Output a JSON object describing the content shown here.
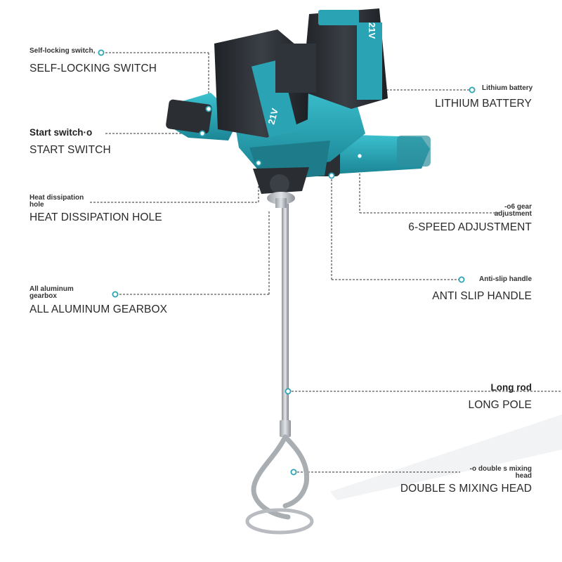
{
  "battery": {
    "voltage": "21V"
  },
  "callouts": {
    "self_locking": {
      "small": "Self-locking switch,",
      "big": "SELF-LOCKING SWITCH"
    },
    "start_switch": {
      "small": "Start switch·o",
      "big": "START SWITCH"
    },
    "heat_hole": {
      "small": "Heat dissipation hole",
      "big": "HEAT DISSIPATION HOLE"
    },
    "gearbox": {
      "small": "All aluminum gearbox",
      "big": "ALL ALUMINUM GEARBOX"
    },
    "battery": {
      "small": "Lithium battery",
      "big": "LITHIUM BATTERY"
    },
    "gear": {
      "small": "-o6 gear adjustment",
      "big": "6-SPEED ADJUSTMENT"
    },
    "handle": {
      "small": "Anti-slip handle",
      "big": "ANTI SLIP HANDLE"
    },
    "rod": {
      "small": "Long rod",
      "big": "LONG POLE"
    },
    "mixing_head": {
      "small": "-o double s mixing head",
      "big": "DOUBLE S MIXING HEAD"
    }
  },
  "colors": {
    "accent": "#2aa4b4",
    "body": "#2a2e33",
    "dashline": "#333333"
  }
}
